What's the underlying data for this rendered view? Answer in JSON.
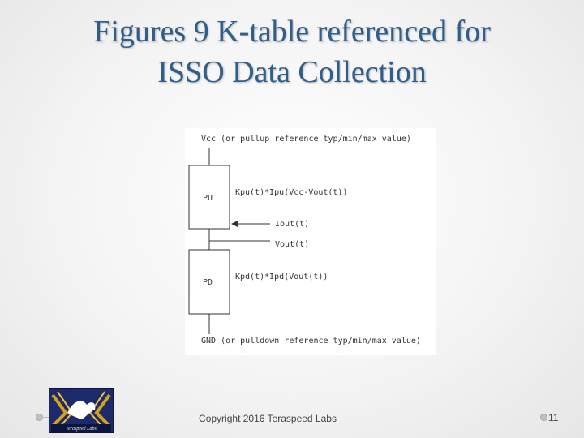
{
  "slide": {
    "title_line1": "Figures 9 K-table referenced for",
    "title_line2": "ISSO Data Collection",
    "copyright": "Copyright 2016 Teraspeed Labs",
    "page_number": "11"
  },
  "diagram": {
    "vcc_label": "Vcc (or pullup reference typ/min/max value)",
    "pu_label": "PU",
    "pu_formula": "Kpu(t)*Ipu(Vcc-Vout(t))",
    "iout_label": "Iout(t)",
    "vout_label": "Vout(t)",
    "pd_label": "PD",
    "pd_formula": "Kpd(t)*Ipd(Vout(t))",
    "gnd_label": "GND (or pulldown reference typ/min/max value)"
  },
  "logo": {
    "text": "Teraspeed Labs"
  }
}
